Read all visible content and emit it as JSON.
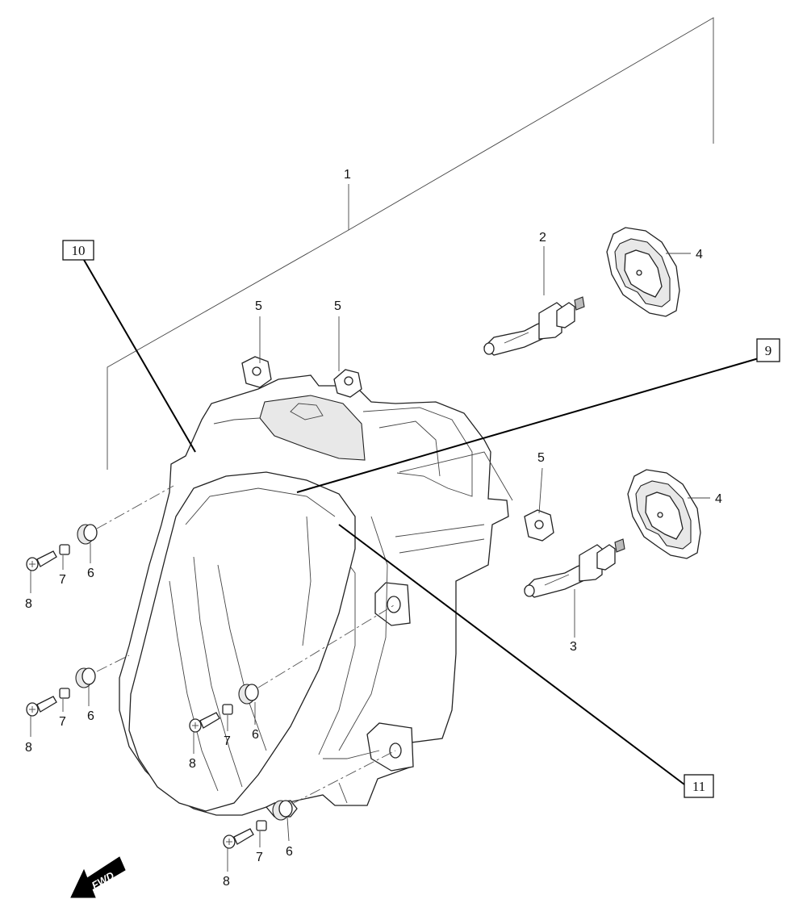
{
  "callouts": {
    "c1": "1",
    "c2": "2",
    "c3": "3",
    "c4a": "4",
    "c4b": "4",
    "c5a": "5",
    "c5b": "5",
    "c5c": "5",
    "c6a": "6",
    "c6b": "6",
    "c6c": "6",
    "c6d": "6",
    "c7a": "7",
    "c7b": "7",
    "c7c": "7",
    "c7d": "7",
    "c8a": "8",
    "c8b": "8",
    "c8c": "8",
    "c8d": "8"
  },
  "boxed_callouts": {
    "b9": "9",
    "b10": "10",
    "b11": "11"
  },
  "fwd_label": "FWD",
  "parts": {
    "headlight_housing": "headlight-housing-icon",
    "bulb": "bulb-icon",
    "cover_cap": "cover-cap-icon",
    "clip": "clip-icon",
    "grommet": "grommet-icon",
    "collar": "collar-icon",
    "screw": "screw-icon",
    "arrow": "fwd-arrow-icon"
  }
}
